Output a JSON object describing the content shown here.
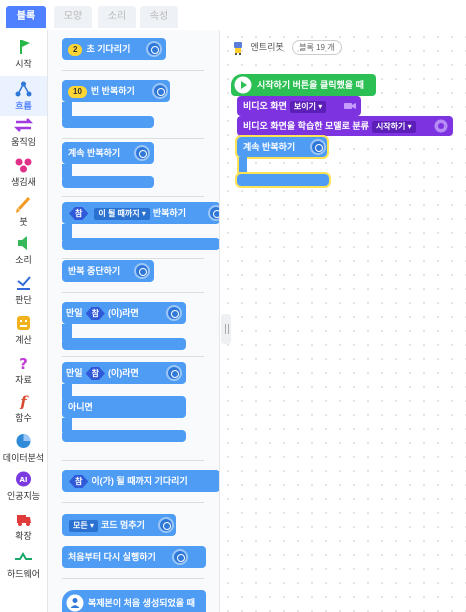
{
  "tabs": [
    "블록",
    "모양",
    "소리",
    "속성"
  ],
  "categories": [
    {
      "label": "시작",
      "icon": "flag-icon",
      "color": "#27b84a"
    },
    {
      "label": "흐름",
      "icon": "flow-icon",
      "color": "#2f78d8"
    },
    {
      "label": "움직임",
      "icon": "move-arrows-icon",
      "color": "#a23ae0"
    },
    {
      "label": "생김새",
      "icon": "looks-icon",
      "color": "#e0308a"
    },
    {
      "label": "붓",
      "icon": "brush-icon",
      "color": "#f39a20"
    },
    {
      "label": "소리",
      "icon": "speaker-icon",
      "color": "#35b85a"
    },
    {
      "label": "판단",
      "icon": "check-icon",
      "color": "#2f6ad8"
    },
    {
      "label": "계산",
      "icon": "calc-icon",
      "color": "#f2b21b"
    },
    {
      "label": "자료",
      "icon": "question-icon",
      "color": "#c23ad8"
    },
    {
      "label": "함수",
      "icon": "function-icon",
      "color": "#d84a2f"
    },
    {
      "label": "데이터분석",
      "icon": "pie-chart-icon",
      "color": "#2f8ad8"
    },
    {
      "label": "인공지능",
      "icon": "ai-icon",
      "color": "#7a3ae0"
    },
    {
      "label": "확장",
      "icon": "truck-icon",
      "color": "#e03a3a"
    },
    {
      "label": "하드웨어",
      "icon": "hardware-icon",
      "color": "#19a86a"
    }
  ],
  "active_category": "흐름",
  "palette": {
    "wait_num": "2",
    "wait_label": "초 기다리기",
    "repeat_num": "10",
    "repeat_label": "번 반복하기",
    "forever_label": "계속 반복하기",
    "repeat_until_chip": "참",
    "repeat_until_dd": "이 될 때까지 ▾",
    "repeat_until_label": "반복하기",
    "stop_loop_label": "반복 중단하기",
    "if_prefix": "만일",
    "if_chip": "참",
    "if_suffix": "(이)라면",
    "ifelse_prefix": "만일",
    "ifelse_chip": "참",
    "ifelse_suffix": "(이)라면",
    "else_label": "아니면",
    "wait_until_chip": "참",
    "wait_until_label": "이(가) 될 때까지 기다리기",
    "stop_dd": "모든 ▾",
    "stop_label": "코드 멈추기",
    "restart_label": "처음부터 다시 실행하기",
    "clone_label": "복제본이 처음 생성되었을 때"
  },
  "workspace": {
    "object_name": "엔트리봇",
    "block_count": "블록 19 개",
    "start_label": "시작하기 버튼을 클릭했을 때",
    "video_prefix": "비디오 화면",
    "video_dd": "보이기 ▾",
    "classify_label": "비디오 화면을 학습한 모델로 분류",
    "classify_dd": "시작하기 ▾",
    "forever_label": "계속 반복하기"
  }
}
